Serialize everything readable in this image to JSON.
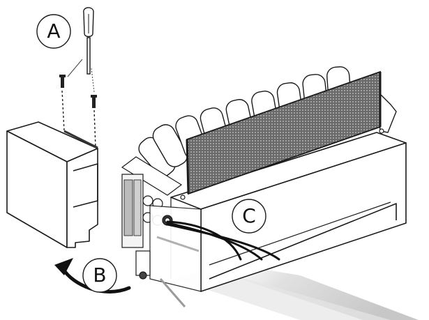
{
  "diagram": {
    "type": "exploded-assembly-illustration",
    "subject": "Electric fireplace insert with log-set/ember bed, mesh screen, control module and side cover",
    "callouts": [
      {
        "id": "A",
        "label": "A",
        "refers_to": "Remove screws from side cover using screwdriver"
      },
      {
        "id": "B",
        "label": "B",
        "refers_to": "Swing/rotate side cover away (curved arrow)"
      },
      {
        "id": "C",
        "label": "C",
        "refers_to": "Cable bundle exiting control panel grommet"
      }
    ],
    "parts": [
      {
        "name": "screwdriver"
      },
      {
        "name": "screw-1"
      },
      {
        "name": "screw-2"
      },
      {
        "name": "side-cover"
      },
      {
        "name": "control-module"
      },
      {
        "name": "log-set"
      },
      {
        "name": "mesh-screen"
      },
      {
        "name": "firebox-base"
      },
      {
        "name": "cable-bundle"
      },
      {
        "name": "rotation-arrow"
      }
    ],
    "colors": {
      "line": "#1a1a1a",
      "mesh": "#5a5a5a",
      "background": "#ffffff",
      "shadow": "#bdbdbd"
    }
  }
}
